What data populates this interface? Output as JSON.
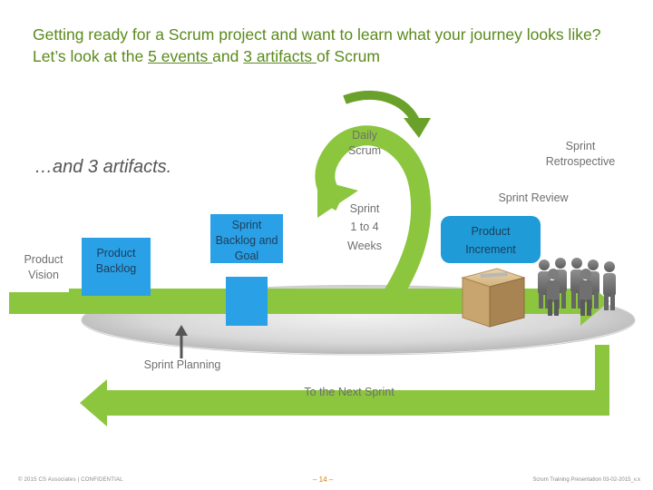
{
  "title": {
    "part1": "Getting ready for a Scrum project and want to learn what your journey looks like?  Let’s look at the ",
    "events": "5 events ",
    "part2": "and ",
    "artifacts": "3 artifacts ",
    "part3": "of Scrum"
  },
  "heading": "…and 3 artifacts.",
  "labels": {
    "product_vision": "Product Vision",
    "product_backlog": "Product Backlog",
    "sprint_backlog": "Sprint Backlog and Goal",
    "daily_scrum": "Daily Scrum",
    "sprint_duration_1": "Sprint",
    "sprint_duration_2": "1 to 4",
    "sprint_duration_3": "Weeks",
    "sprint_retrospective": "Sprint Retrospective",
    "sprint_review": "Sprint Review",
    "product_increment_1": "Product",
    "product_increment_2": "Increment",
    "sprint_planning": "Sprint Planning",
    "next_sprint": "To the Next Sprint"
  },
  "footer": {
    "left": "© 2015 CS Associates   |   CONFIDENTIAL",
    "center": "– 14 –",
    "right": "Scrum Training Presentation 03-02-2015_v.x"
  },
  "colors": {
    "title": "#5a8a1c",
    "arrow": "#8cc63f",
    "arrow_dark": "#6aa12a",
    "box": "#2aa0e6",
    "increment": "#1f9bd8",
    "label": "#6f6f6f",
    "footer_accent": "#e07b00"
  }
}
